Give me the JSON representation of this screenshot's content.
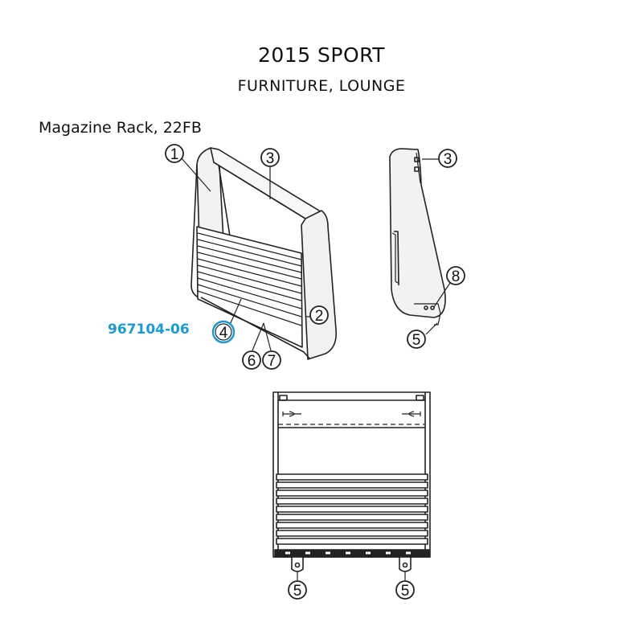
{
  "header": {
    "title": "2015 SPORT",
    "category": "FURNITURE, LOUNGE"
  },
  "diagram": {
    "subtitle": "Magazine Rack, 22FB",
    "highlight_part_number": "967104-06",
    "highlight_color": "#1b9ad6",
    "line_color": "#222222",
    "callouts": [
      {
        "id": "c1",
        "label": "1"
      },
      {
        "id": "c2",
        "label": "2"
      },
      {
        "id": "c3a",
        "label": "3"
      },
      {
        "id": "c3b",
        "label": "3"
      },
      {
        "id": "c4",
        "label": "4",
        "highlighted": true
      },
      {
        "id": "c5a",
        "label": "5"
      },
      {
        "id": "c5b",
        "label": "5"
      },
      {
        "id": "c5c",
        "label": "5"
      },
      {
        "id": "c6",
        "label": "6"
      },
      {
        "id": "c7",
        "label": "7"
      },
      {
        "id": "c8",
        "label": "8"
      }
    ]
  }
}
